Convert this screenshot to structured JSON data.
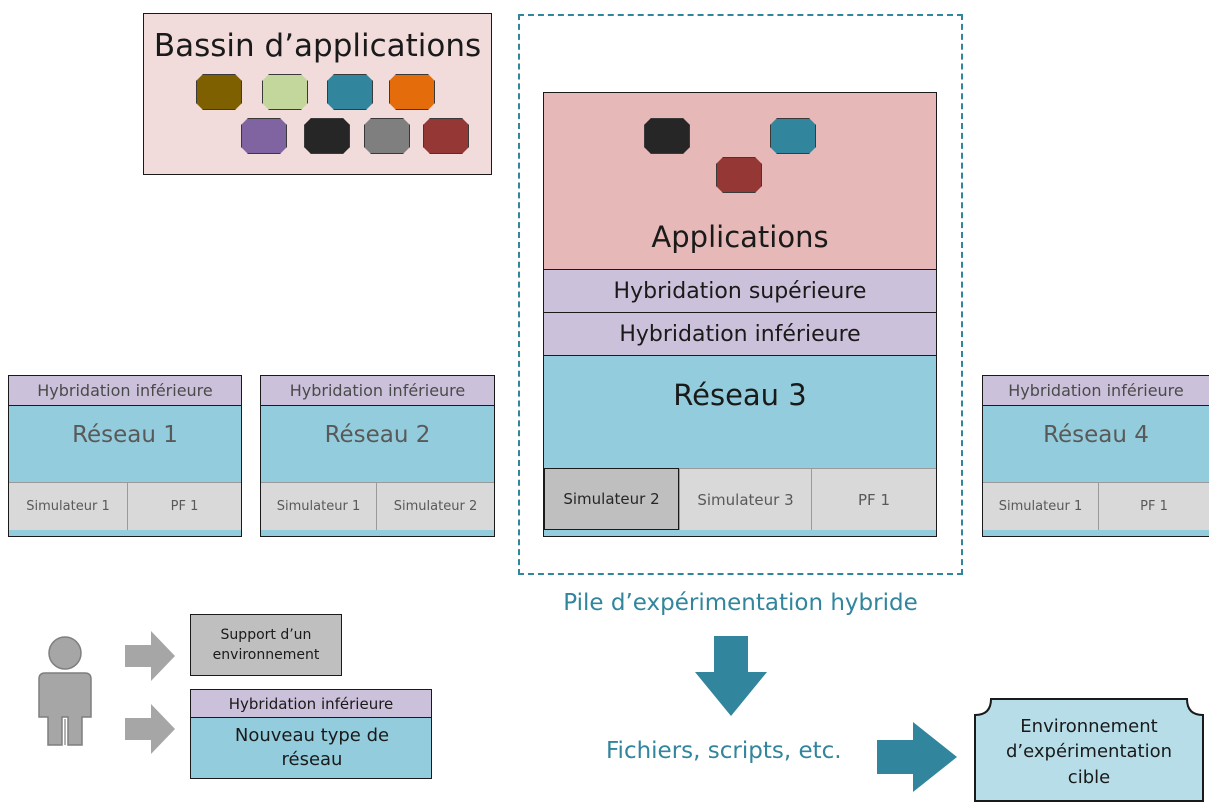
{
  "pool": {
    "title": "Bassin d’applications",
    "apps": [
      "#7f6000",
      "#c3d69b",
      "#31859c",
      "#e46c0a",
      "#8064a2",
      "#262626",
      "#7f7f7f",
      "#953735"
    ]
  },
  "main_stack": {
    "apps_label": "Applications",
    "apps": [
      "#262626",
      "#31859c",
      "#953735"
    ],
    "upper_hybrid": "Hybridation supérieure",
    "lower_hybrid": "Hybridation inférieure",
    "network": "Réseau 3",
    "cells": [
      "Simulateur 2",
      "Simulateur 3",
      "PF 1"
    ],
    "caption": "Pile d’expérimentation hybride"
  },
  "networks": [
    {
      "hybrid": "Hybridation inférieure",
      "name": "Réseau 1",
      "cells": [
        "Simulateur 1",
        "PF 1"
      ]
    },
    {
      "hybrid": "Hybridation inférieure",
      "name": "Réseau 2",
      "cells": [
        "Simulateur 1",
        "Simulateur 2"
      ]
    },
    {
      "hybrid": "Hybridation inférieure",
      "name": "Réseau 4",
      "cells": [
        "Simulateur 1",
        "PF 1"
      ]
    }
  ],
  "legend": {
    "support": "Support d’un environnement",
    "hybrid": "Hybridation inférieure",
    "new_network": "Nouveau type de réseau"
  },
  "output": {
    "files": "Fichiers, scripts, etc.",
    "target": "Environnement d’expérimentation cible"
  },
  "colors": {
    "teal": "#31859c",
    "network": "#93cddd",
    "hybrid": "#ccc1da",
    "applications": "#e6b9b8",
    "pool": "#f2dcdb",
    "grey_arrow": "#a6a6a6"
  }
}
